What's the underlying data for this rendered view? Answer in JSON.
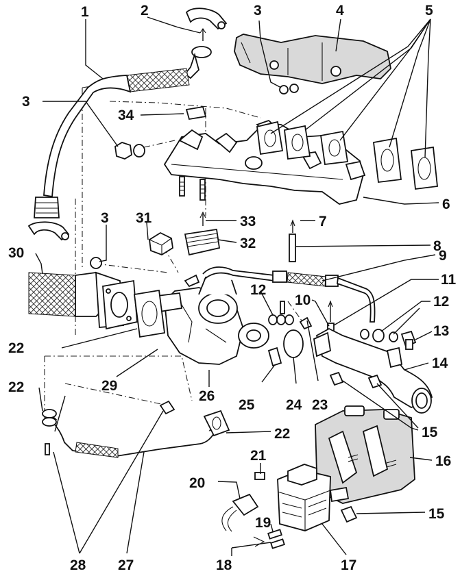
{
  "callouts": [
    {
      "id": "c1",
      "label": "1"
    },
    {
      "id": "c2",
      "label": "2"
    },
    {
      "id": "c3a",
      "label": "3"
    },
    {
      "id": "c4",
      "label": "4"
    },
    {
      "id": "c5",
      "label": "5"
    },
    {
      "id": "c3b",
      "label": "3"
    },
    {
      "id": "c34",
      "label": "34"
    },
    {
      "id": "c6",
      "label": "6"
    },
    {
      "id": "c3c",
      "label": "3"
    },
    {
      "id": "c31",
      "label": "31"
    },
    {
      "id": "c33",
      "label": "33"
    },
    {
      "id": "c7",
      "label": "7"
    },
    {
      "id": "c8",
      "label": "8"
    },
    {
      "id": "c30",
      "label": "30"
    },
    {
      "id": "c32",
      "label": "32"
    },
    {
      "id": "c9",
      "label": "9"
    },
    {
      "id": "c11",
      "label": "11"
    },
    {
      "id": "c12a",
      "label": "12"
    },
    {
      "id": "c10",
      "label": "10"
    },
    {
      "id": "c12b",
      "label": "12"
    },
    {
      "id": "c13",
      "label": "13"
    },
    {
      "id": "c22a",
      "label": "22"
    },
    {
      "id": "c14",
      "label": "14"
    },
    {
      "id": "c29",
      "label": "29"
    },
    {
      "id": "c26",
      "label": "26"
    },
    {
      "id": "c25",
      "label": "25"
    },
    {
      "id": "c24",
      "label": "24"
    },
    {
      "id": "c23",
      "label": "23"
    },
    {
      "id": "c22b",
      "label": "22"
    },
    {
      "id": "c15a",
      "label": "15"
    },
    {
      "id": "c22c",
      "label": "22"
    },
    {
      "id": "c16",
      "label": "16"
    },
    {
      "id": "c21",
      "label": "21"
    },
    {
      "id": "c20",
      "label": "20"
    },
    {
      "id": "c15b",
      "label": "15"
    },
    {
      "id": "c19",
      "label": "19"
    },
    {
      "id": "c18",
      "label": "18"
    },
    {
      "id": "c17",
      "label": "17"
    },
    {
      "id": "c28",
      "label": "28"
    },
    {
      "id": "c27",
      "label": "27"
    }
  ]
}
